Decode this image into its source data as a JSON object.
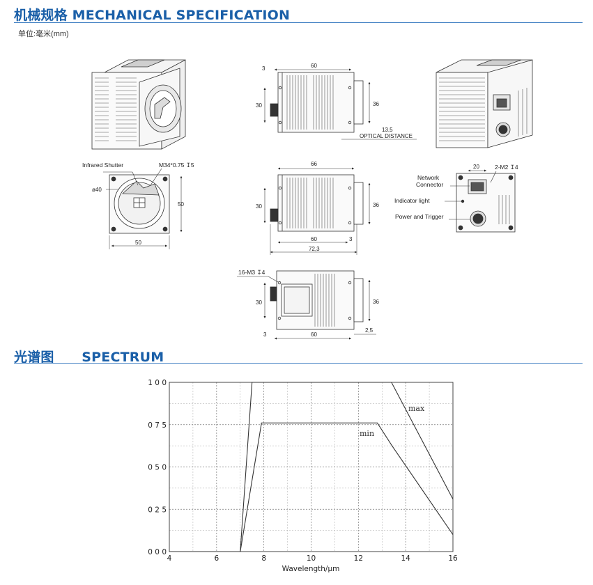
{
  "mech": {
    "title_cn": "机械规格",
    "title_en": "MECHANICAL SPECIFICATION",
    "unit": "单位:毫米(mm)",
    "side_top": {
      "d3": "3",
      "d60": "60",
      "d30": "30",
      "d36": "36",
      "d13_5": "13,5",
      "optical": "OPTICAL DISTANCE"
    },
    "front": {
      "shutter": "Infrared Shutter",
      "thread": "M34*0.75 ↧5",
      "phi": "ø40",
      "d50v": "50",
      "d50h": "50"
    },
    "side_mid": {
      "d66": "66",
      "d30": "30",
      "d36": "36",
      "d60": "60",
      "d3": "3",
      "d72_3": "72,3"
    },
    "rear": {
      "d20": "20",
      "m2": "2-M2 ↧4",
      "network": "Network",
      "connector": "Connector",
      "indicator": "Indicator light",
      "power": "Power and Trigger"
    },
    "side_bottom": {
      "m3": "16-M3 ↧4",
      "d30": "30",
      "d36": "36",
      "d3": "3",
      "d60": "60",
      "d2_5": "2,5"
    }
  },
  "spectrum": {
    "title_cn": "光谱图",
    "title_en": "SPECTRUM"
  },
  "chart_data": {
    "type": "line",
    "xlabel": "Wavelength/μm",
    "ylabel": "",
    "xlim": [
      4,
      16
    ],
    "ylim": [
      0,
      1
    ],
    "x_ticks": [
      "4",
      "6",
      "8",
      "10",
      "12",
      "14",
      "16"
    ],
    "y_ticks": [
      "0 0 0",
      "0 2 5",
      "0 5 0",
      "0 7 5",
      "1 0 0"
    ],
    "grid": true,
    "series": [
      {
        "name": "max",
        "x": [
          4,
          7.0,
          7.5,
          13.4,
          16
        ],
        "y": [
          0,
          0,
          1.0,
          1.0,
          0.31
        ]
      },
      {
        "name": "min",
        "x": [
          4,
          7.0,
          7.9,
          12.8,
          13.4,
          16
        ],
        "y": [
          0,
          0,
          0.76,
          0.76,
          0.63,
          0.1
        ]
      }
    ]
  }
}
